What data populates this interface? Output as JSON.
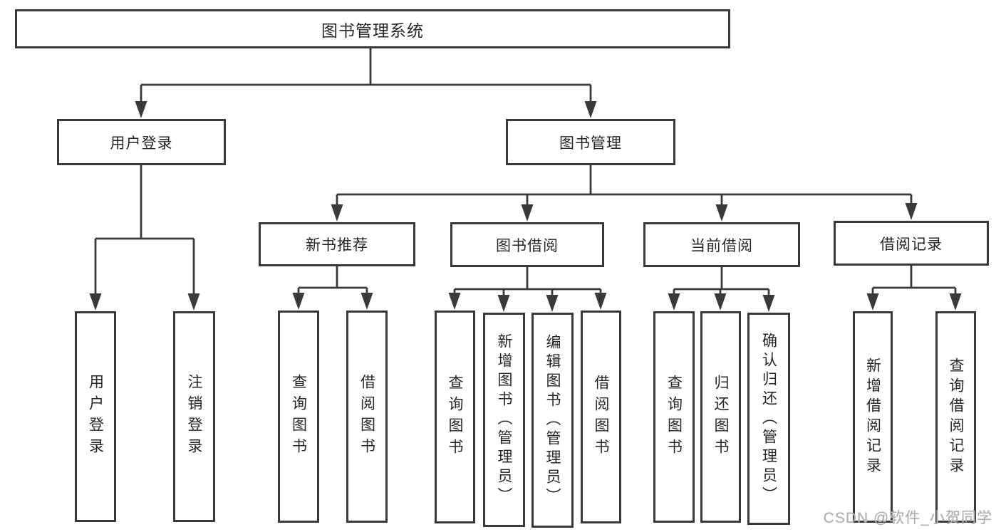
{
  "tree": {
    "root": "图书管理系统",
    "children": [
      {
        "label": "用户登录",
        "children": [
          "用户登录",
          "注销登录"
        ]
      },
      {
        "label": "图书管理",
        "children": [
          {
            "label": "新书推荐",
            "children": [
              "查询图书",
              "借阅图书"
            ]
          },
          {
            "label": "图书借阅",
            "children": [
              "查询图书",
              "新增图书（管理员）",
              "编辑图书（管理员）",
              "借阅图书"
            ]
          },
          {
            "label": "当前借阅",
            "children": [
              "查询图书",
              "归还图书",
              "确认归还（管理员）"
            ]
          },
          {
            "label": "借阅记录",
            "children": [
              "新增借阅记录",
              "查询借阅记录"
            ]
          }
        ]
      }
    ]
  },
  "watermark": "CSDN @软件_小贺同学",
  "colors": {
    "line": "#3a3a3a",
    "box_border": "#383838",
    "text": "#262626",
    "watermark": "#abacae",
    "background": "#ffffff"
  }
}
